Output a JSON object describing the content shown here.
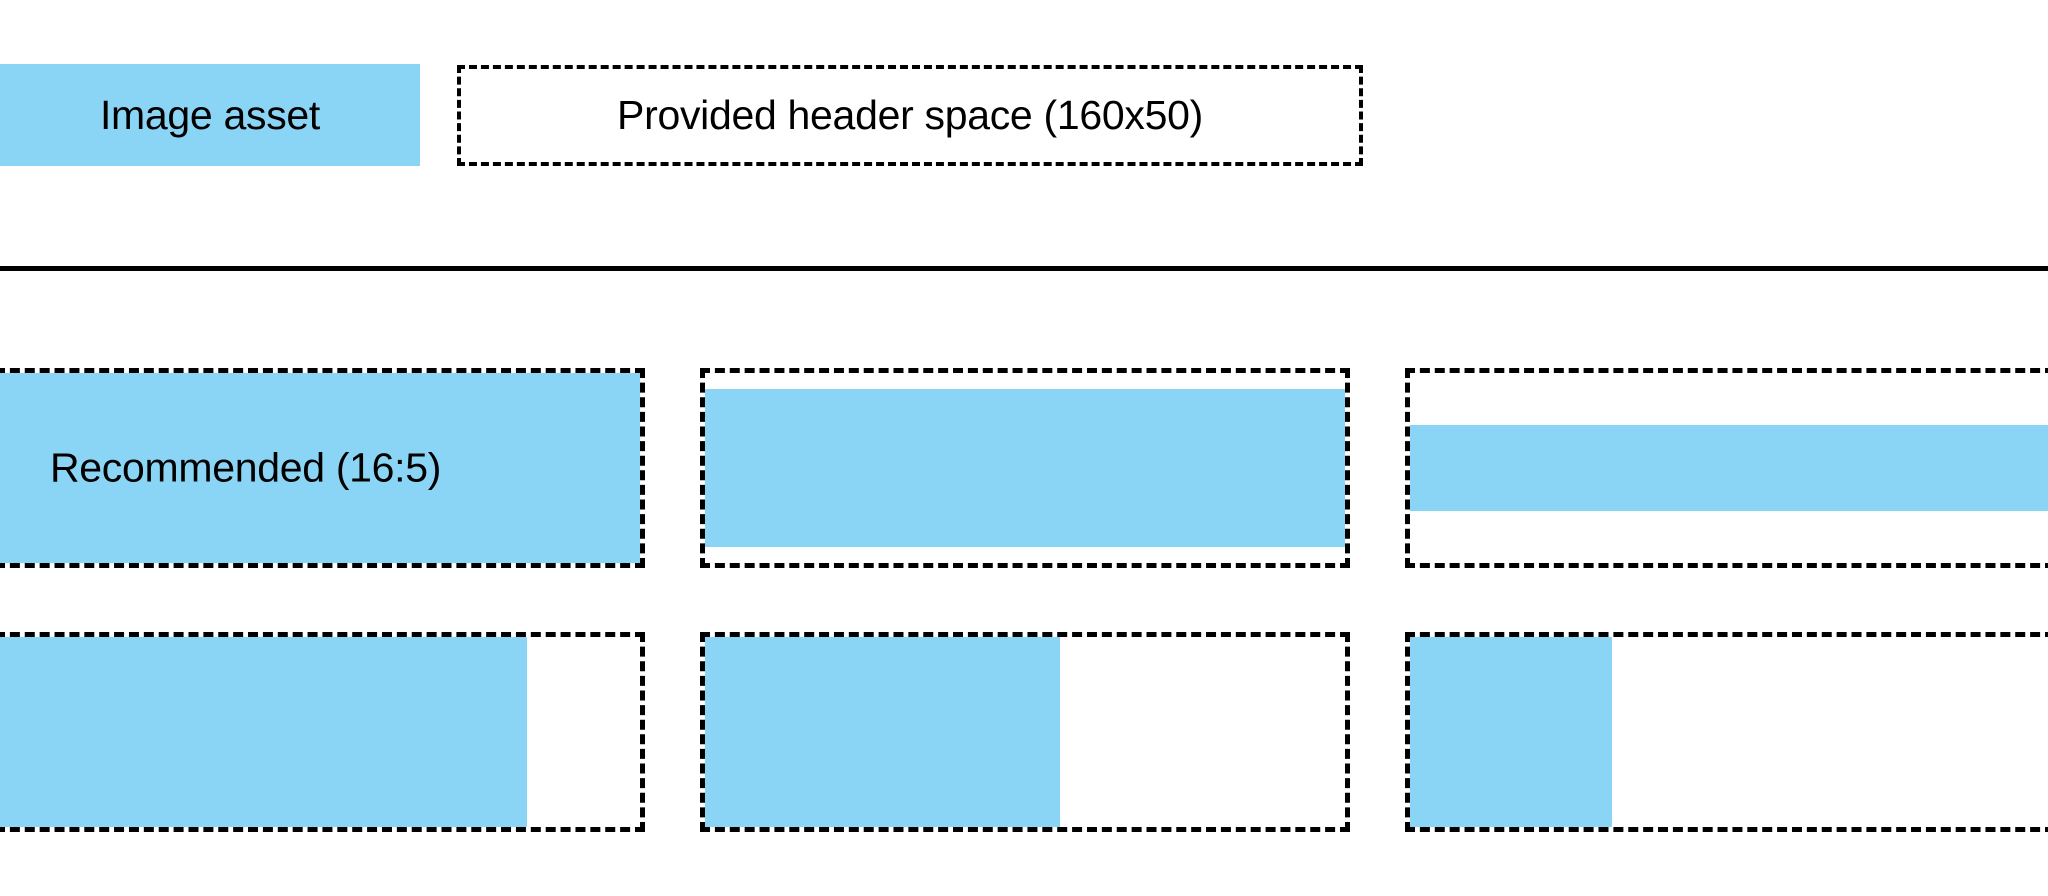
{
  "header": {
    "asset_swatch_label": "Image asset",
    "header_space_label": "Provided header space (160x50)"
  },
  "divider": {
    "present": true
  },
  "grid": {
    "rows": [
      {
        "name": "aspect-ratio-row-1",
        "cells": [
          {
            "name": "cell-recommended-16-5",
            "label": "Recommended (16:5)",
            "fill": "full"
          },
          {
            "name": "cell-ratio-wide-band",
            "label": "",
            "fill": "band-16-5"
          },
          {
            "name": "cell-ratio-thin-band",
            "label": "",
            "fill": "band-16-2"
          }
        ]
      },
      {
        "name": "aspect-ratio-row-2",
        "cells": [
          {
            "name": "cell-ratio-left-80",
            "label": "",
            "fill": "w-80"
          },
          {
            "name": "cell-ratio-left-55",
            "label": "",
            "fill": "w-55"
          },
          {
            "name": "cell-ratio-left-32",
            "label": "",
            "fill": "w-32"
          }
        ]
      }
    ]
  },
  "colors": {
    "fill_blue": "#8ad5f5",
    "outline_black": "#000000",
    "background": "#ffffff"
  }
}
